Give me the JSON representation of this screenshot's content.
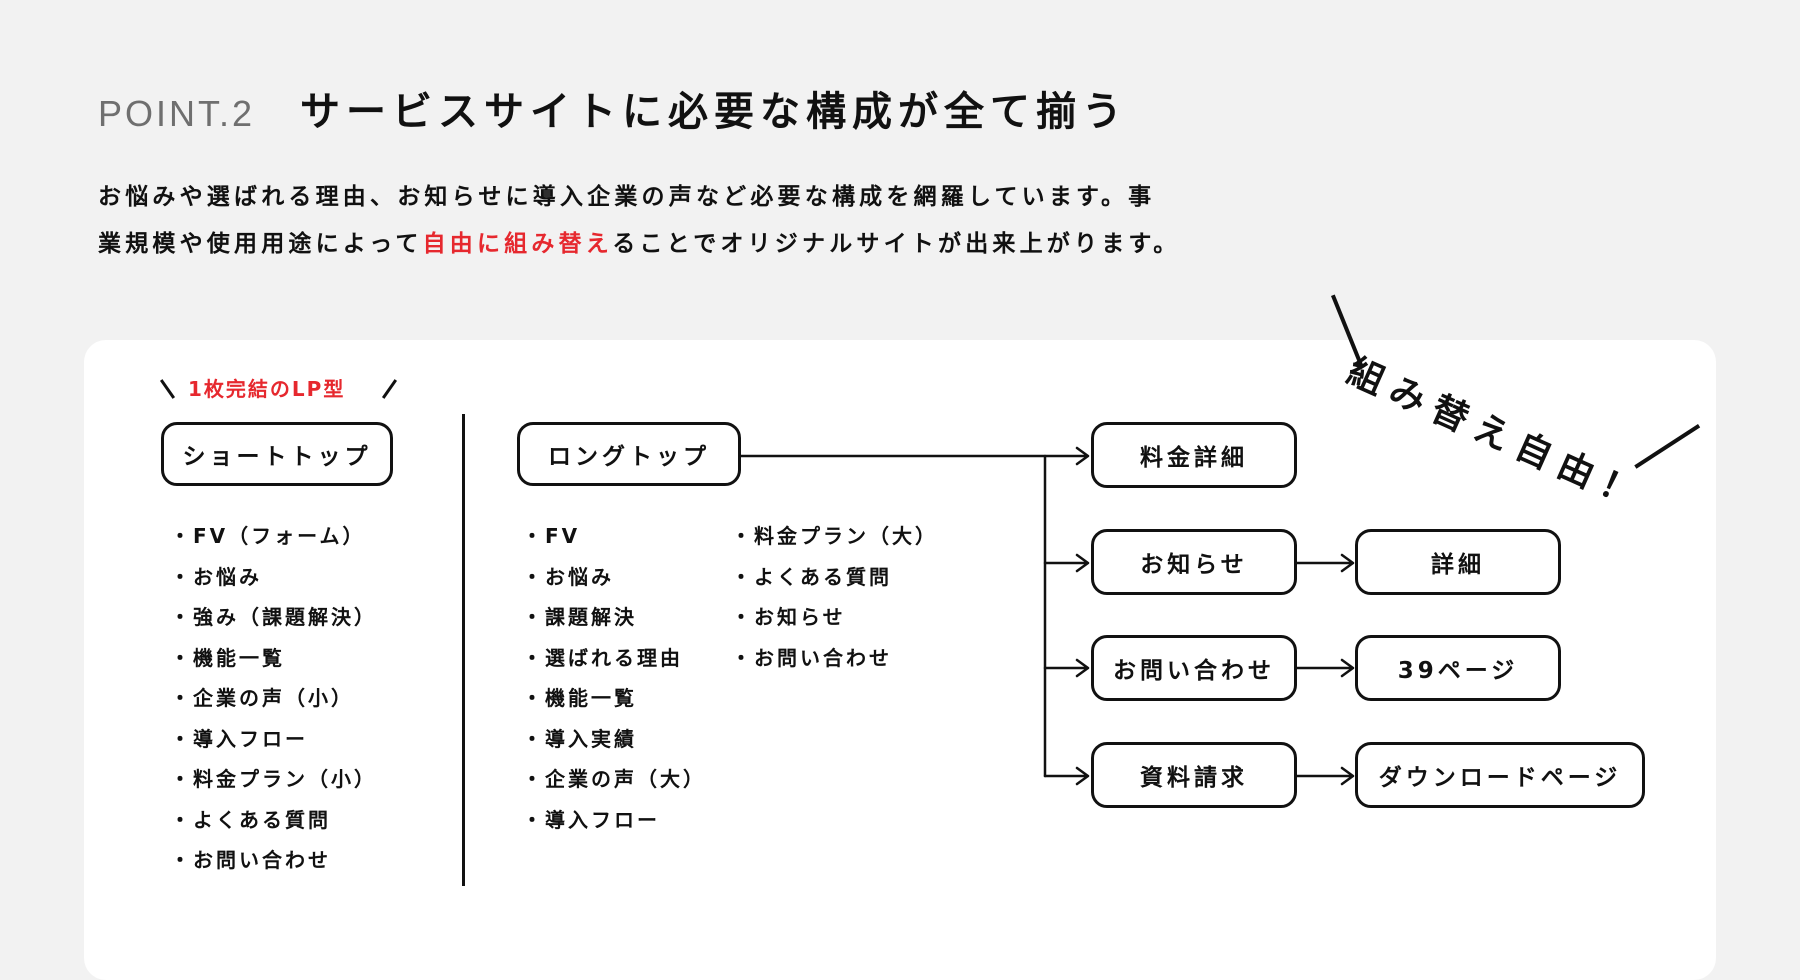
{
  "header": {
    "point_label": "POINT.2",
    "title": "サービスサイトに必要な構成が全て揃う"
  },
  "description": {
    "line1": "お悩みや選ばれる理由、お知らせに導入企業の声など必要な構成を網羅しています。事",
    "line2_before": "業規模や使用用途によって",
    "line2_highlight": "自由に組み替え",
    "line2_after": "ることでオリジナルサイトが出来上がります。"
  },
  "badge": {
    "text": "組み替え自由！"
  },
  "lp_tag": {
    "text": "1枚完結のLP型"
  },
  "short_top": {
    "label": "ショートトップ",
    "items": [
      "FV（フォーム）",
      "お悩み",
      "強み（課題解決）",
      "機能一覧",
      "企業の声（小）",
      "導入フロー",
      "料金プラン（小）",
      "よくある質問",
      "お問い合わせ"
    ]
  },
  "long_top": {
    "label": "ロングトップ",
    "items_col1": [
      "FV",
      "お悩み",
      "課題解決",
      "選ばれる理由",
      "機能一覧",
      "導入実績",
      "企業の声（大）",
      "導入フロー"
    ],
    "items_col2": [
      "料金プラン（大）",
      "よくある質問",
      "お知らせ",
      "お問い合わせ"
    ]
  },
  "pages": {
    "pricing": "料金詳細",
    "news": "お知らせ",
    "news_detail": "詳細",
    "contact": "お問い合わせ",
    "contact_next": "39ページ",
    "request": "資料請求",
    "request_next": "ダウンロードページ"
  },
  "colors": {
    "accent_red": "#e6282e",
    "background": "#f2f2f2",
    "panel": "#ffffff",
    "ink": "#111111",
    "muted": "#6f6f6f"
  }
}
